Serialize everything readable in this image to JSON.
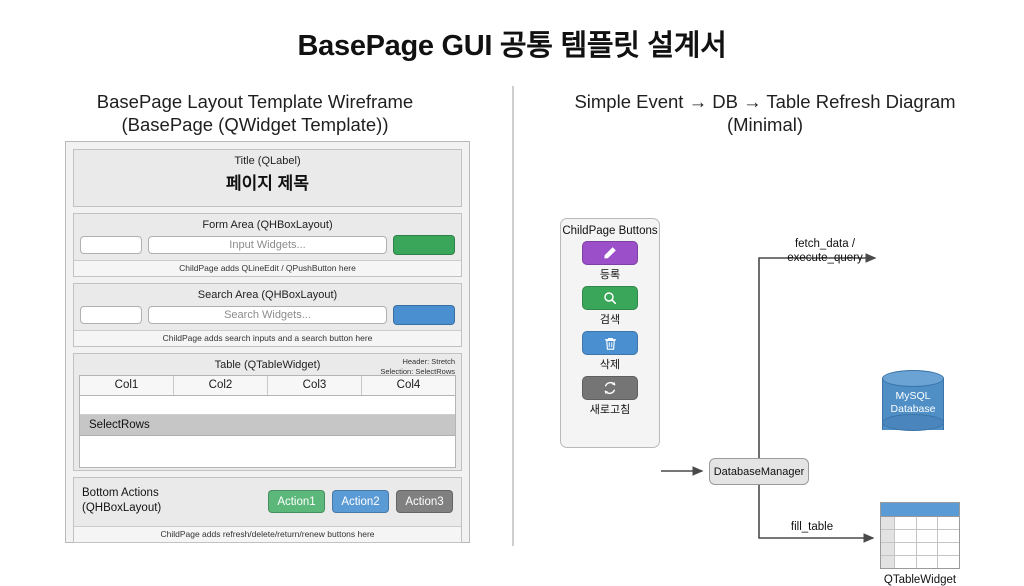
{
  "header": {
    "title": "BasePage GUI 공통 템플릿 설계서"
  },
  "left_pane": {
    "heading_line1": "BasePage Layout Template Wireframe",
    "heading_line2": "(BasePage (QWidget Template))",
    "title_section": {
      "label": "Title (QLabel)",
      "value": "페이지 제목"
    },
    "form_section": {
      "label": "Form Area (QHBoxLayout)",
      "input_placeholder": "Input Widgets...",
      "button_color": "#3aa65a",
      "note": "ChildPage adds QLineEdit / QPushButton here"
    },
    "search_section": {
      "label": "Search Area (QHBoxLayout)",
      "input_placeholder": "Search Widgets...",
      "button_color": "#4a8fd0",
      "note": "ChildPage adds search inputs and a search button here"
    },
    "table_section": {
      "label": "Table (QTableWidget)",
      "hint_line1": "Header: Stretch",
      "hint_line2": "Selection: SelectRows",
      "columns": [
        "Col1",
        "Col2",
        "Col3",
        "Col4"
      ],
      "selected_row_label": "SelectRows"
    },
    "bottom_section": {
      "label_line1": "Bottom Actions",
      "label_line2": "(QHBoxLayout)",
      "actions": [
        {
          "label": "Action1",
          "color": "#5cb87a"
        },
        {
          "label": "Action2",
          "color": "#5b9bd5"
        },
        {
          "label": "Action3",
          "color": "#808080"
        }
      ],
      "note": "ChildPage adds refresh/delete/return/renew buttons here"
    }
  },
  "right_pane": {
    "heading_line1": "Simple Event → DB → Table Refresh Diagram",
    "heading_line2": "(Minimal)",
    "childpage_buttons": {
      "title": "ChildPage Buttons",
      "items": [
        {
          "icon": "pencil-icon",
          "caption": "등록",
          "color": "#9b4fc8"
        },
        {
          "icon": "search-icon",
          "caption": "검색",
          "color": "#3aa65a"
        },
        {
          "icon": "trash-icon",
          "caption": "삭제",
          "color": "#4a8fd0"
        },
        {
          "icon": "refresh-icon",
          "caption": "새로고침",
          "color": "#757575"
        }
      ]
    },
    "database_manager": {
      "label": "DatabaseManager"
    },
    "mysql_database": {
      "line1": "MySQL",
      "line2": "Database",
      "color": "#4f8fc6"
    },
    "qtablewidget": {
      "caption": "QTableWidget",
      "header_color": "#5b9bd5",
      "rows": 4,
      "cols": 4
    },
    "edges": {
      "fetch_label_line1": "fetch_data /",
      "fetch_label_line2": "execute_query",
      "fill_label": "fill_table"
    }
  }
}
